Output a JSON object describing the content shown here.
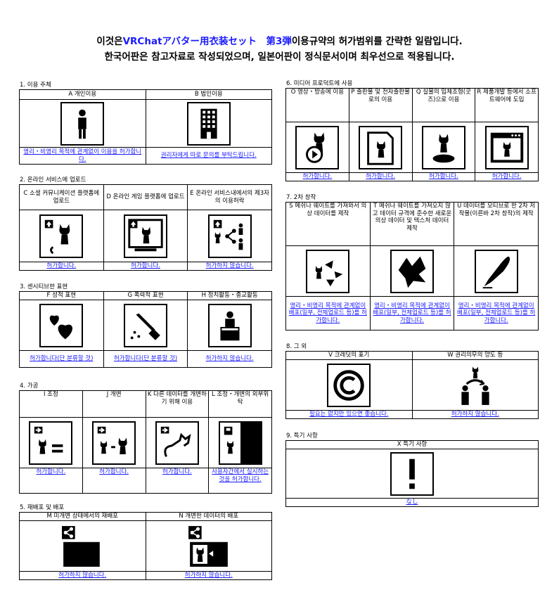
{
  "header": {
    "line1_pre": "이것은",
    "line1_blue": "VRChatアバター用衣装セット　第3弾",
    "line1_post": "이용규약의 허가범위를 간략한 일람입니다.",
    "line2": "한국어판은 참고자료로 작성되었으며, 일본어판이 정식문서이며 최우선으로 적용됩니다."
  },
  "sections": {
    "s1": {
      "title": "1. 이용 주체",
      "items": [
        {
          "head": "A 개인이용",
          "icon": "person-icon",
          "foot": "영리・비영리 목적에 관계없이 이용을 허가합니다."
        },
        {
          "head": "B 법인이용",
          "icon": "building-icon",
          "foot": "권리자에게 따로 문의를 부탁드립니다."
        }
      ]
    },
    "s2": {
      "title": "2. 온라인 서비스에 업로드",
      "items": [
        {
          "head": "C 소셜 커뮤니케이션 플랫폼에 업로드",
          "icon": "upload-avatar-icon",
          "foot": "허가합니다."
        },
        {
          "head": "D 온라인 게임 플랫폼에 업로드",
          "icon": "game-upload-icon",
          "foot": "허가합니다."
        },
        {
          "head": "E 온라인 서비스내에서의 제3자의 이용허락",
          "icon": "share-third-party-icon",
          "foot": "허가하지 않습니다."
        }
      ]
    },
    "s3": {
      "title": "3. 센시티브한 표현",
      "items": [
        {
          "head": "F 성적 표현",
          "icon": "hearts-icon",
          "foot": "허가합니다(단 분류할 것)"
        },
        {
          "head": "G 폭력적 표현",
          "icon": "knife-icon",
          "foot": "허가합니다(단 분류할 것)"
        },
        {
          "head": "H 정치활동・종교활동",
          "icon": "podium-icon",
          "foot": "허가하지 않습니다."
        }
      ]
    },
    "s4": {
      "title": "4. 가공",
      "items": [
        {
          "head": "I 조정",
          "icon": "adjust-icon",
          "foot": "허가합니다."
        },
        {
          "head": "J 개변",
          "icon": "modify-icon",
          "foot": "허가합니다."
        },
        {
          "head": "K 다른 데이터를 개변하기 위해 이용",
          "icon": "other-data-icon",
          "foot": "허가합니다."
        },
        {
          "head": "L 조정・개변의 외부위탁",
          "icon": "outsource-icon",
          "foot": "사용자간에서 실시하는 것을 허가합니다."
        }
      ]
    },
    "s5": {
      "title": "5. 재배포 및 배포",
      "items": [
        {
          "head": "M 미개변 상태에서의 재배포",
          "icon": "redistribute-icon",
          "foot": "허가하지 않습니다."
        },
        {
          "head": "N 개변한 데이터의 배포",
          "icon": "distribute-modified-icon",
          "foot": "허가하지 않습니다."
        }
      ]
    },
    "s6": {
      "title": "6. 미디어 프로덕트에 사용",
      "items": [
        {
          "head": "O 영상・방송에 이용",
          "icon": "video-icon",
          "foot": "허가합니다."
        },
        {
          "head": "P 출판물 및 전자출판물로의 이용",
          "icon": "publication-icon",
          "foot": "허가합니다."
        },
        {
          "head": "Q 실물의 입체조형(굿즈)으로 이용",
          "icon": "figure-icon",
          "foot": "허가합니다."
        },
        {
          "head": "R 제품개발 등에서 소프트웨어에 도입",
          "icon": "software-icon",
          "foot": "허가합니다."
        }
      ]
    },
    "s7": {
      "title": "7. 2차 창작",
      "items": [
        {
          "head": "S 메쉬나 웨이트를 가져와서 의상 데이터를 제작",
          "icon": "mesh-icon",
          "foot": "영리・비영리 목적에 관계없이 배포(일부, 전체업로드 등)를 허가합니다."
        },
        {
          "head": "T 메쉬나 웨이트를 가져오지 않고 데이터 규격에 준수한 새로운 의상 데이터 및 텍스처 데이터 제작",
          "icon": "texture-icon",
          "foot": "영리・비영리 목적에 관계없이 배포(일부, 전체업로드 등)를 허가합니다."
        },
        {
          "head": "U 데이터를 모티브로 한 2차 저작물(이른바 2차 창작)의 제작",
          "icon": "pen-icon",
          "foot": "영리・비영리 목적에 관계없이 배포(일부, 전체업로드 등)를 허가합니다."
        }
      ]
    },
    "s8": {
      "title": "8. 그 외",
      "items": [
        {
          "head": "V 크레딧의 표기",
          "icon": "copyright-icon",
          "foot": "필요는 없지만 있으면 좋습니다."
        },
        {
          "head": "W 권리의무의 양도 등",
          "icon": "transfer-icon",
          "foot": "허가하지 않습니다."
        }
      ]
    },
    "s9": {
      "title": "9. 특기 사항",
      "items": [
        {
          "head": "X 특기 사항",
          "icon": "exclamation-icon",
          "foot": "なし"
        }
      ]
    }
  }
}
